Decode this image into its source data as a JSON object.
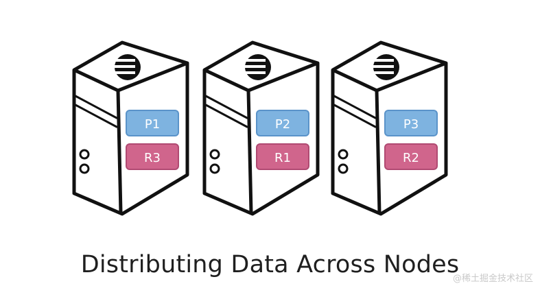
{
  "caption": "Distributing Data Across Nodes",
  "watermark": "@稀土掘金技术社区",
  "colors": {
    "stroke": "#111111",
    "primary_fill": "#7eb3e0",
    "primary_stroke": "#5a93c9",
    "replica_fill": "#d0658c",
    "replica_stroke": "#b04a72",
    "shard_text": "#ffffff"
  },
  "nodes": [
    {
      "primary": "P1",
      "replica": "R3"
    },
    {
      "primary": "P2",
      "replica": "R1"
    },
    {
      "primary": "P3",
      "replica": "R2"
    }
  ]
}
